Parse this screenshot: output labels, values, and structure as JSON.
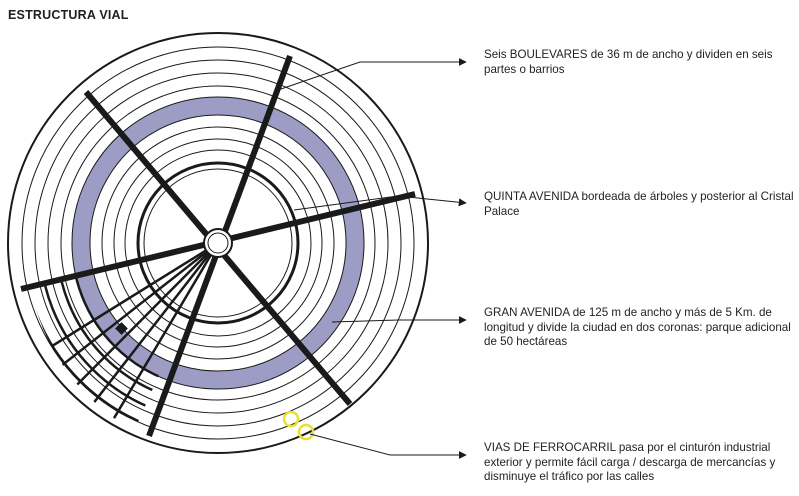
{
  "title": "ESTRUCTURA VIAL",
  "colors": {
    "lines": "#1a1a1a",
    "ring_fill": "#9c9cc4",
    "highlight": "#e8e030"
  },
  "annotations": [
    {
      "head": "Seis BOULEVARES",
      "text": " de 36 m de ancho y dividen en seis partes o barrios"
    },
    {
      "head": "QUINTA AVENIDA",
      "text": " bordeada de árboles y posterior al Cristal Palace"
    },
    {
      "head": "GRAN AVENIDA",
      "text": " de 125 m de ancho y más de 5 Km. de longitud y divide la ciudad en dos coronas: parque adicional de 50 hectáreas"
    },
    {
      "head": "VIAS DE FERROCARRIL",
      "text": " pasa por el cinturón industrial exterior y permite fácil carga / descarga de mercancías y disminuye el tráfico por las calles"
    }
  ]
}
